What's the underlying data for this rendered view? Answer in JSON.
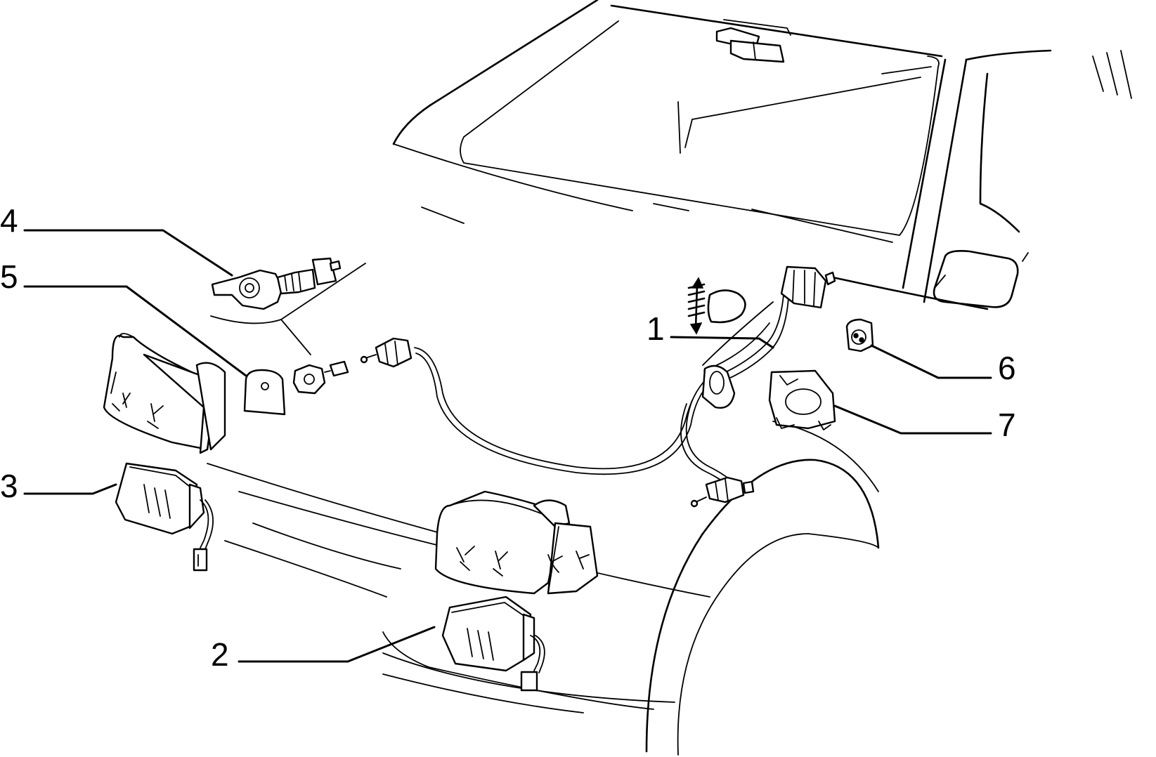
{
  "callouts": [
    {
      "id": "1",
      "label": "1"
    },
    {
      "id": "2",
      "label": "2"
    },
    {
      "id": "3",
      "label": "3"
    },
    {
      "id": "4",
      "label": "4"
    },
    {
      "id": "5",
      "label": "5"
    },
    {
      "id": "6",
      "label": "6"
    },
    {
      "id": "7",
      "label": "7"
    }
  ],
  "icons": {
    "headlight_leveling": "headlight-leveling-symbol-icon"
  }
}
